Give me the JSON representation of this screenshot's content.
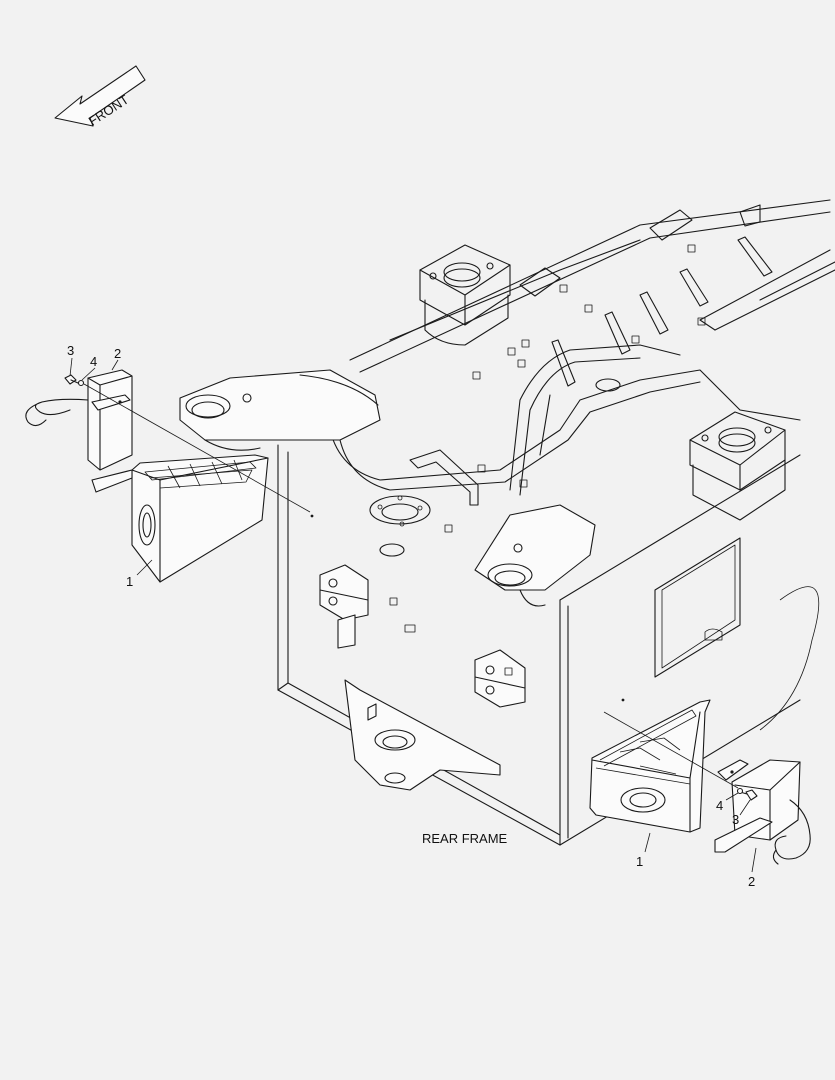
{
  "direction_arrow": {
    "label": "FRONT"
  },
  "frame_label": "REAR FRAME",
  "callouts": {
    "left": {
      "chock": "1",
      "holder": "2",
      "bolt": "3",
      "washer": "4"
    },
    "right": {
      "chock": "1",
      "holder": "2",
      "bolt": "3",
      "washer": "4"
    }
  },
  "colors": {
    "background": "#f2f2f2",
    "line": "#1a1a1a",
    "fill": "#fbfbfb"
  }
}
